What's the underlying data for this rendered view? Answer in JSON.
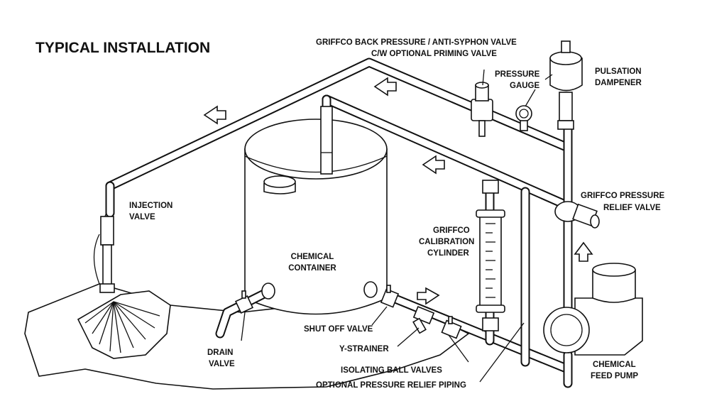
{
  "title": "TYPICAL INSTALLATION",
  "labels": {
    "back_pressure_1": "GRIFFCO BACK PRESSURE / ANTI-SYPHON VALVE",
    "back_pressure_2": "C/W OPTIONAL PRIMING VALVE",
    "pressure_gauge_1": "PRESSURE",
    "pressure_gauge_2": "GAUGE",
    "pulsation_1": "PULSATION",
    "pulsation_2": "DAMPENER",
    "injection_1": "INJECTION",
    "injection_2": "VALVE",
    "relief_1": "GRIFFCO PRESSURE",
    "relief_2": "RELIEF VALVE",
    "calibration_1": "GRIFFCO",
    "calibration_2": "CALIBRATION",
    "calibration_3": "CYLINDER",
    "container_1": "CHEMICAL",
    "container_2": "CONTAINER",
    "shutoff": "SHUT OFF VALVE",
    "ystrainer": "Y-STRAINER",
    "drain_1": "DRAIN",
    "drain_2": "VALVE",
    "isolating": "ISOLATING BALL VALVES",
    "optional_relief": "OPTIONAL PRESSURE RELIEF PIPING",
    "feed_pump_1": "CHEMICAL",
    "feed_pump_2": "FEED PUMP"
  }
}
